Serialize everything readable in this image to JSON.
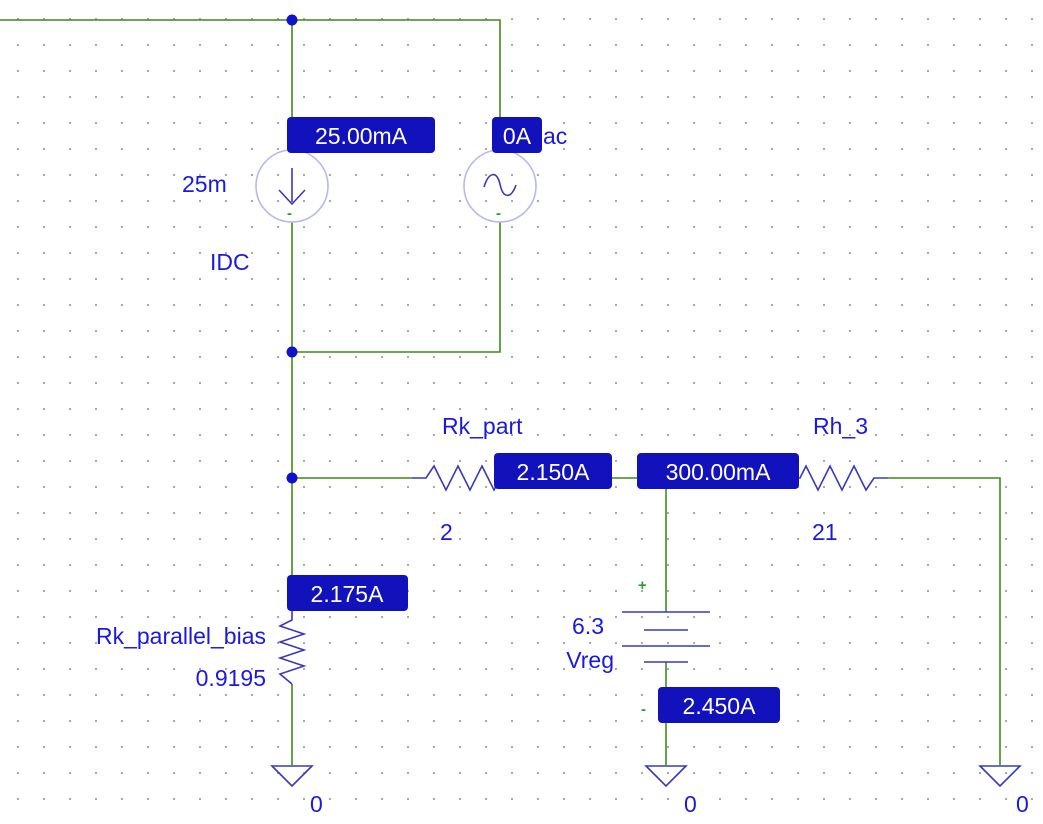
{
  "components": {
    "idc": {
      "name": "IDC",
      "value": "25m"
    },
    "iac": {
      "value_suffix": "ac"
    },
    "rk_part": {
      "name": "Rk_part",
      "value": "2"
    },
    "rh_3": {
      "name": "Rh_3",
      "value": "21"
    },
    "rk_parallel_bias": {
      "name": "Rk_parallel_bias",
      "value": "0.9195"
    },
    "vreg": {
      "name": "Vreg",
      "value": "6.3",
      "plus": "+",
      "minus": "-"
    }
  },
  "pins": {
    "idc_minus": "-",
    "iac_minus": "-"
  },
  "probes": {
    "idc_current": "25.00mA",
    "iac_current": "0A",
    "rk_part_current": "2.150A",
    "rh_3_current": "300.00mA",
    "rk_parallel_bias_current": "2.175A",
    "vreg_current": "2.450A"
  },
  "grounds": [
    "0",
    "0",
    "0"
  ],
  "colors": {
    "wire": "#3f8a1c",
    "component": "#3939b8",
    "label": "#1a1adf",
    "probe": "#1212bd",
    "pin": "#2aa02a"
  }
}
